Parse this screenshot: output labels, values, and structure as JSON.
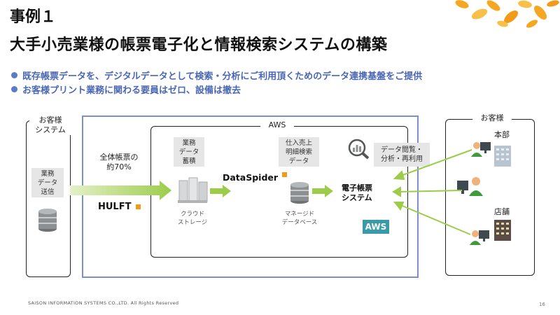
{
  "header": {
    "case_label": "事例１",
    "title": "大手小売業様の帳票電子化と情報検索システムの構築"
  },
  "bullets": [
    "既存帳票データを、デジタルデータとして検索・分析にご利用頂くためのデータ連携基盤をご提供",
    "お客様プリント業務に関わる要員はゼロ、設備は撤去"
  ],
  "diagram": {
    "customer_system_label_1": "お客様",
    "customer_system_label_2": "システム",
    "send_tag": [
      "業務",
      "データ",
      "送信"
    ],
    "aws_label": "AWS",
    "ratio_label_1": "全体帳票の",
    "ratio_label_2": "約70%",
    "hulft_logo": "HULFT",
    "accumulate_tag": [
      "業務",
      "データ",
      "蓄積"
    ],
    "cloud_storage_label": [
      "クラウド",
      "ストレージ"
    ],
    "dataspider_logo": "DataSpider",
    "sales_tag": [
      "仕入売上",
      "明細検索",
      "データ"
    ],
    "managed_db_label": [
      "マネージド",
      "データベース"
    ],
    "ereport_label": [
      "電子帳票",
      "システム"
    ],
    "aws_badge": "AWS",
    "view_tag": [
      "データ閲覧・",
      "分析・再利用"
    ],
    "customer_label": "お客様",
    "headquarters_label": "本部",
    "store_label": "店舗"
  },
  "colors": {
    "accent_blue": "#4a67b4",
    "arrow_green": "#9ccc4a",
    "frame_blue": "#7d8fc8",
    "badge_teal": "#3a9aa8",
    "petal_orange": "#f5a623"
  },
  "footer": {
    "copyright": "SAISON INFORMATION SYSTEMS CO.,LTD.   All Rights Reserved",
    "page_number": "16"
  }
}
